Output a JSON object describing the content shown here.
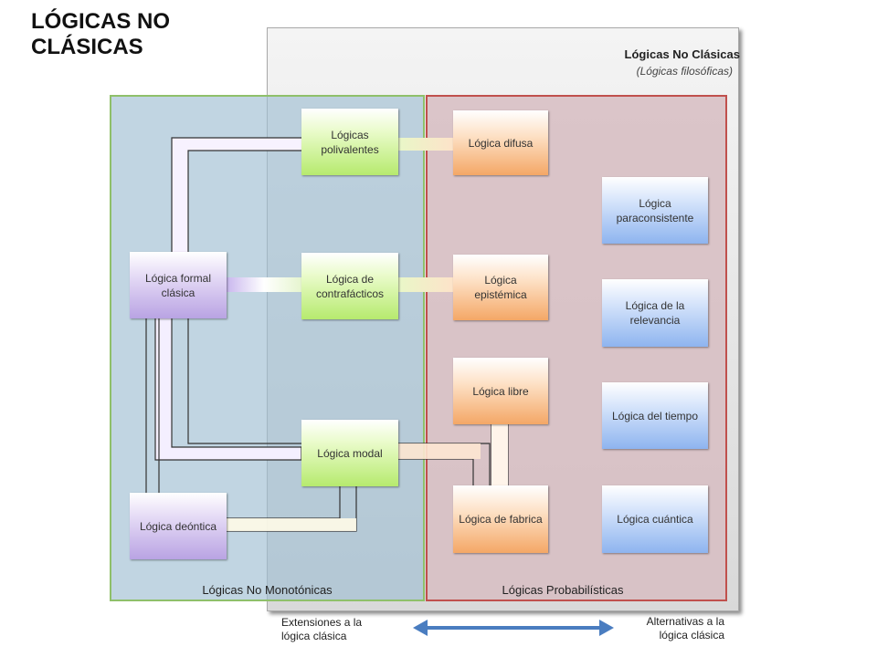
{
  "page_title": "LÓGICAS NO\nCLÁSICAS",
  "outer": {
    "title": "Lógicas No Clásicas",
    "subtitle": "(Lógicas filosóficas)"
  },
  "regions": {
    "left": "Lógicas No Monotónicas",
    "right": "Lógicas Probabilísticas"
  },
  "boxes": {
    "polivalentes": "Lógicas polivalentes",
    "difusa": "Lógica difusa",
    "paraconsistente": "Lógica paraconsistente",
    "formal_clasica": "Lógica formal clásica",
    "contrafacticos": "Lógica de contrafácticos",
    "epistemica": "Lógica epistémica",
    "relevancia": "Lógica de la relevancia",
    "libre": "Lógica libre",
    "tiempo": "Lógica del tiempo",
    "modal": "Lógica modal",
    "deontica": "Lógica deóntica",
    "fabrica": "Lógica de fabrica",
    "cuantica": "Lógica cuántica"
  },
  "footer": {
    "left": "Extensiones a la\nlógica clásica",
    "right": "Alternativas a la\nlógica clásica"
  },
  "colors": {
    "green_border": "#8fc06a",
    "red_border": "#c0504d",
    "arrow": "#4a7dc0"
  }
}
